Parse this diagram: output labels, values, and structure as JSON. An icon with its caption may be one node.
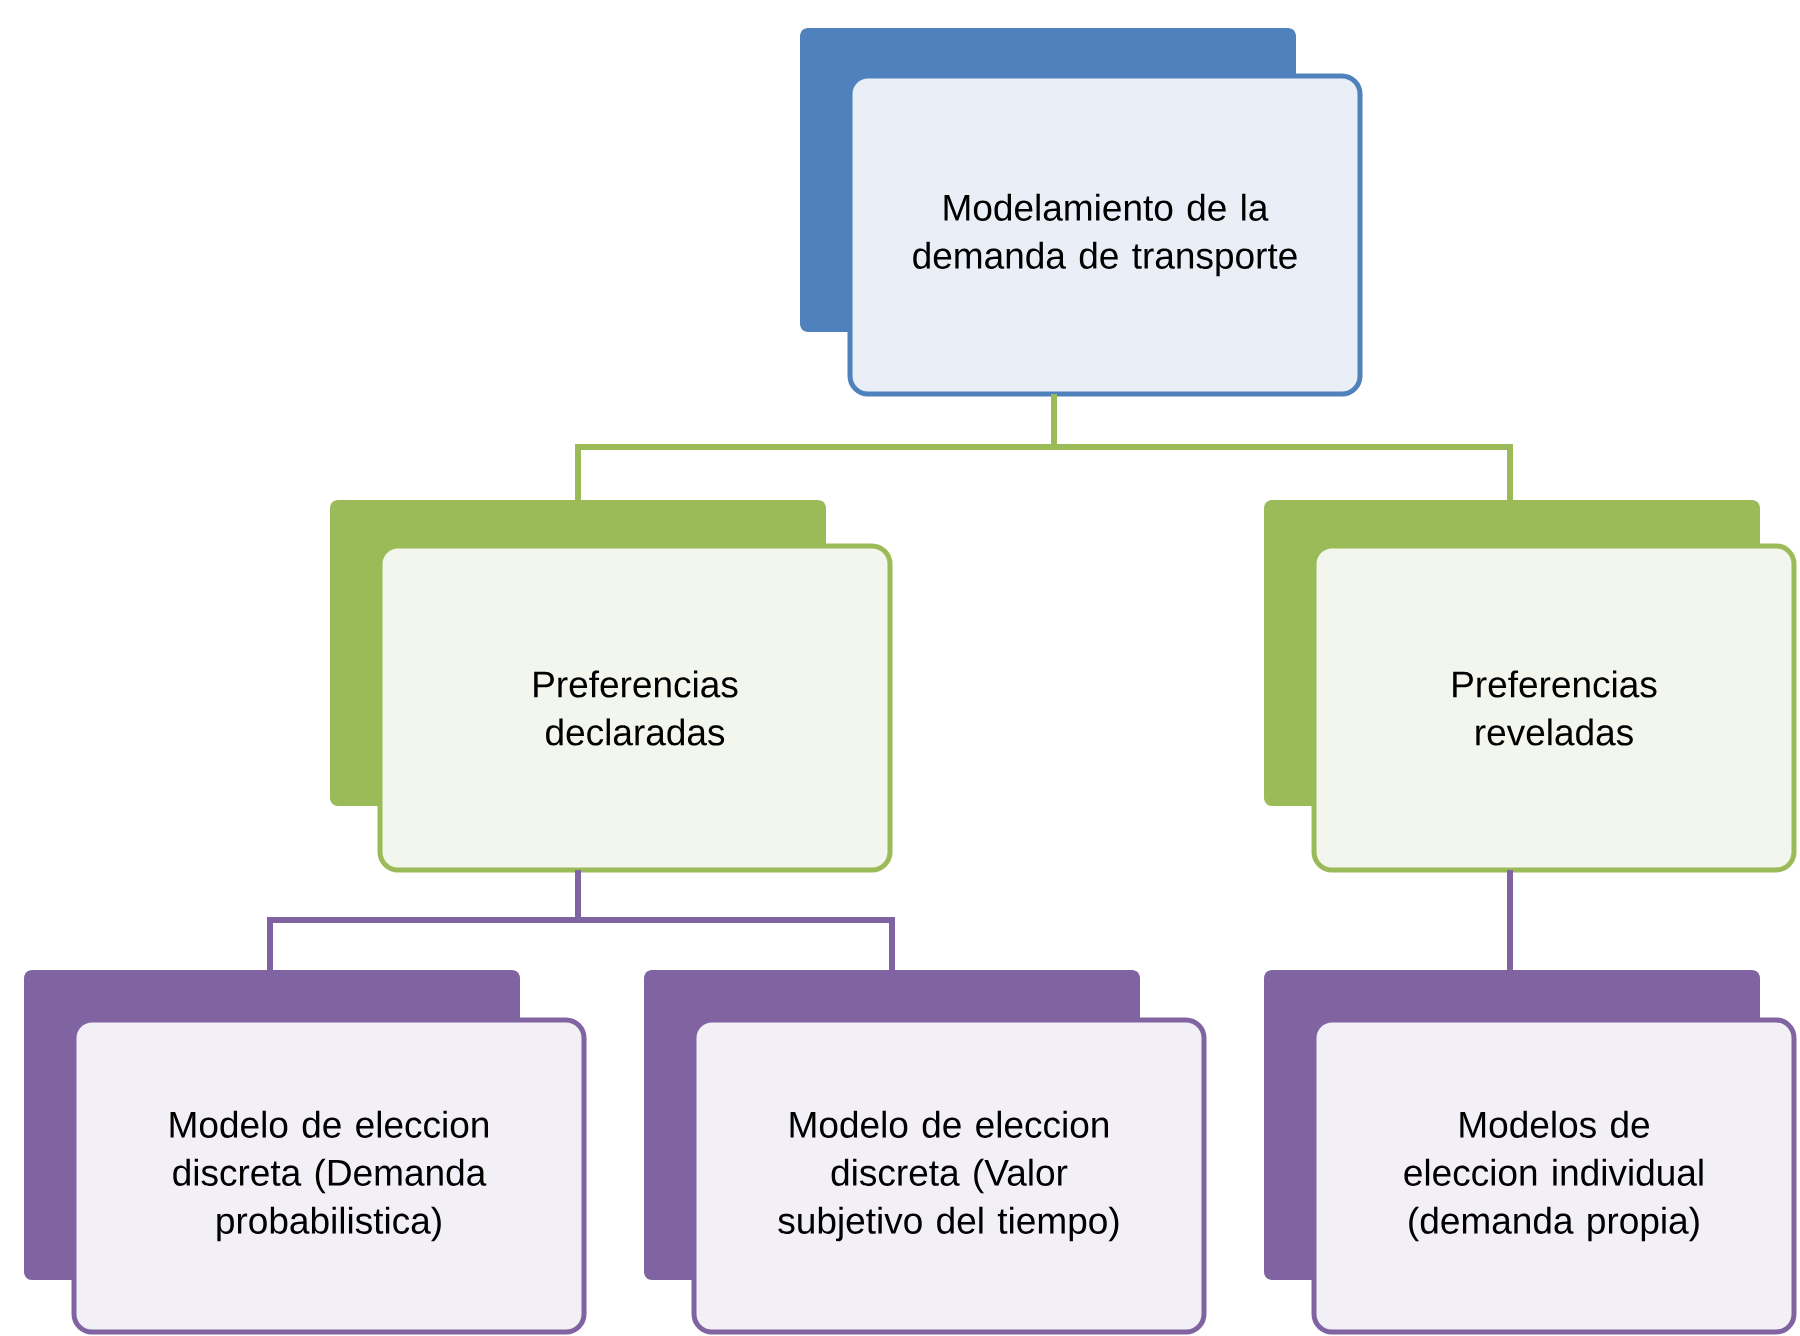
{
  "diagram": {
    "nodes": [
      {
        "text": [
          "Modelamiento de la demanda de transporte"
        ]
      },
      {
        "text": [
          "Preferencias declaradas"
        ]
      },
      {
        "text": [
          "Preferencias reveladas"
        ]
      },
      {
        "text": [
          "Modelo de eleccion discreta (Demanda probabilistica)"
        ]
      },
      {
        "text": [
          "Modelo de eleccion discreta (Valor subjetivo del tiempo)"
        ]
      },
      {
        "text": [
          "Modelos de eleccion individual (demanda propia)"
        ]
      }
    ],
    "edges": [
      {
        "from": 0,
        "to": 1,
        "arrow": "none",
        "color": "#9bbb59"
      },
      {
        "from": 0,
        "to": 2,
        "arrow": "none",
        "color": "#9bbb59"
      },
      {
        "from": 1,
        "to": 3,
        "arrow": "none"
      },
      {
        "from": 1,
        "to": 4,
        "arrow": "none"
      },
      {
        "from": 2,
        "to": 5,
        "arrow": "none"
      }
    ]
  }
}
